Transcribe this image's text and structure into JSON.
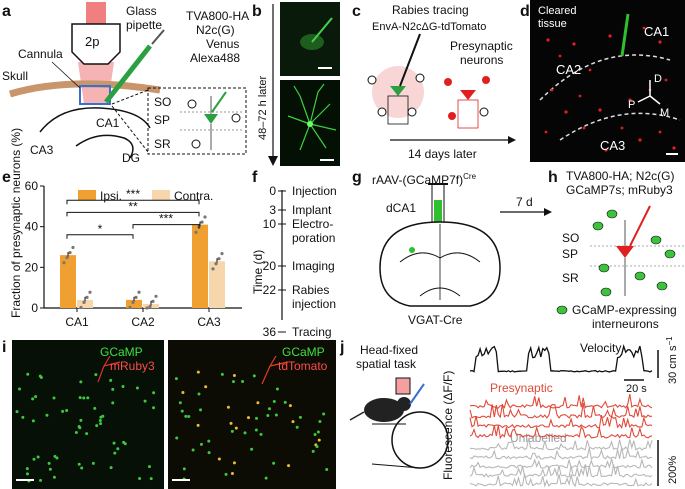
{
  "panels": {
    "a": "a",
    "b": "b",
    "c": "c",
    "d": "d",
    "e": "e",
    "f": "f",
    "g": "g",
    "h": "h",
    "i": "i",
    "j": "j"
  },
  "a": {
    "twop": "2p",
    "glass": "Glass",
    "pipette": "pipette",
    "cannula": "Cannula",
    "skull": "Skull",
    "tva": "TVA800-HA",
    "n2c": "N2c(G)",
    "venus": "Venus",
    "alexa": "Alexa488",
    "ca1": "CA1",
    "ca3": "CA3",
    "dg": "DG",
    "so": "SO",
    "sp": "SP",
    "sr": "SR"
  },
  "b": {
    "timing": "48–72 h later"
  },
  "c": {
    "title": "Rabies tracing",
    "construct": "EnvA-N2cΔG-tdTomato",
    "presyn1": "Presynaptic",
    "presyn2": "neurons",
    "later": "14 days later"
  },
  "d": {
    "cleared1": "Cleared",
    "cleared2": "tissue",
    "ca1": "CA1",
    "ca2": "CA2",
    "ca3": "CA3",
    "D": "D",
    "P": "P",
    "M": "M"
  },
  "f": {
    "axis_label": "Time (d)",
    "events": [
      {
        "t": "0",
        "label": "Injection"
      },
      {
        "t": "3",
        "label": "Implant"
      },
      {
        "t": "10",
        "label": "Electro-"
      },
      {
        "t": "",
        "label": "poration"
      },
      {
        "t": "20",
        "label": "Imaging"
      },
      {
        "t": "22",
        "label": "Rabies"
      },
      {
        "t": "",
        "label": "injection"
      },
      {
        "t": "36",
        "label": "Tracing"
      }
    ]
  },
  "g": {
    "virus": "rAAV-(GCaMP7f)",
    "sup": "Cre",
    "dca1": "dCA1",
    "mouse": "VGAT-Cre",
    "days": "7 d"
  },
  "h": {
    "line1": "TVA800-HA; N2c(G)",
    "line2": "GCaMP7s; mRuby3",
    "so": "SO",
    "sp": "SP",
    "sr": "SR",
    "legend1": "GCaMP-expressing",
    "legend2": "interneurons"
  },
  "i": {
    "left_g": "GCaMP",
    "left_r": "mRuby3",
    "right_g": "GCaMP",
    "right_r": "tdTomato"
  },
  "j": {
    "task1": "Head-fixed",
    "task2": "spatial task",
    "velocity": "Velocity",
    "presyn": "Presynaptic",
    "unlabelled": "Unlabelled",
    "ylabel": "Fluorescence (ΔF/F)",
    "vel_scale": "30 cm s",
    "vel_sup": "−1",
    "time_scale": "20 s",
    "fl_scale": "200%"
  },
  "chart_data": {
    "type": "bar",
    "ylabel": "Fraction of presynaptic neurons (%)",
    "ylim": [
      0,
      60
    ],
    "yticks": [
      "0",
      "20",
      "40",
      "60"
    ],
    "categories": [
      "CA1",
      "CA2",
      "CA3"
    ],
    "legend_placement": "top",
    "series": [
      {
        "name": "Ipsi.",
        "color": "#f0a030",
        "values": [
          26,
          4,
          41
        ]
      },
      {
        "name": "Contra.",
        "color": "#f8d6ac",
        "values": [
          4,
          2,
          23
        ]
      }
    ],
    "annotations": [
      "***",
      "*",
      "**",
      "***"
    ]
  }
}
